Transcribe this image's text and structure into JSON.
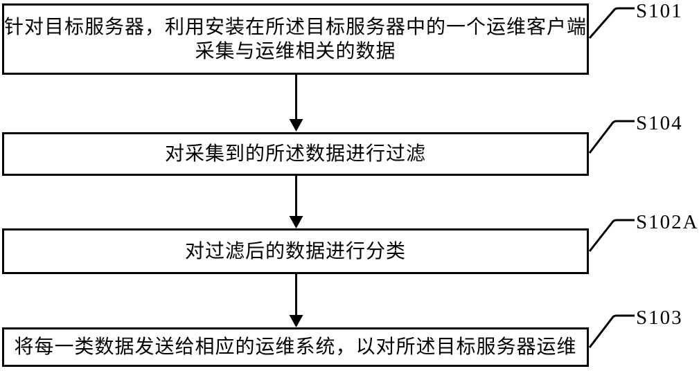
{
  "figure": {
    "type": "flowchart",
    "colors": {
      "line": "#000000",
      "text": "#000000",
      "background": "#ffffff"
    },
    "steps": [
      {
        "label": "S101",
        "lines": [
          "针对目标服务器，利用安装在所述目标服务器中的一个运维客户端",
          "采集与运维相关的数据"
        ]
      },
      {
        "label": "S104",
        "lines": [
          "对采集到的所述数据进行过滤"
        ]
      },
      {
        "label": "S102A",
        "lines": [
          "对过滤后的数据进行分类"
        ]
      },
      {
        "label": "S103",
        "lines": [
          "将每一类数据发送给相应的运维系统，以对所述目标服务器运维"
        ]
      }
    ],
    "connections": [
      {
        "from": "S101",
        "to": "S104"
      },
      {
        "from": "S104",
        "to": "S102A"
      },
      {
        "from": "S102A",
        "to": "S103"
      }
    ]
  }
}
